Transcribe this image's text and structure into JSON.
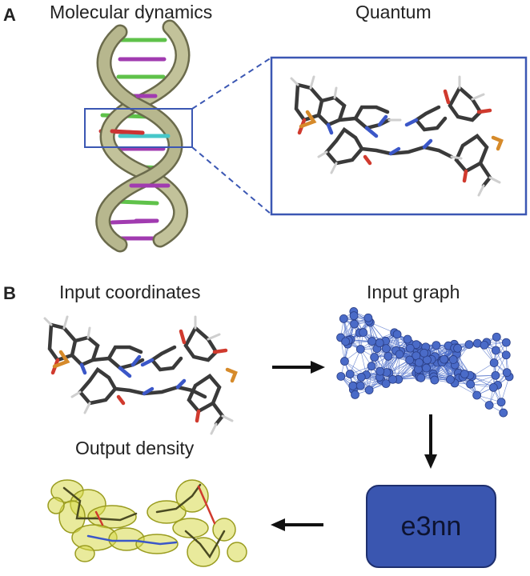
{
  "panelA": {
    "letter": "A",
    "left_title": "Molecular dynamics",
    "right_title": "Quantum"
  },
  "panelB": {
    "letter": "B",
    "input_coords_title": "Input coordinates",
    "input_graph_title": "Input graph",
    "output_density_title": "Output density",
    "model_label": "e3nn"
  },
  "colors": {
    "frame_blue": "#3b57b3",
    "node_blue": "#4a6bc8",
    "helix_backbone": "#b7b78e",
    "density_yellow": "#d7d94a",
    "arrow": "#111111"
  }
}
